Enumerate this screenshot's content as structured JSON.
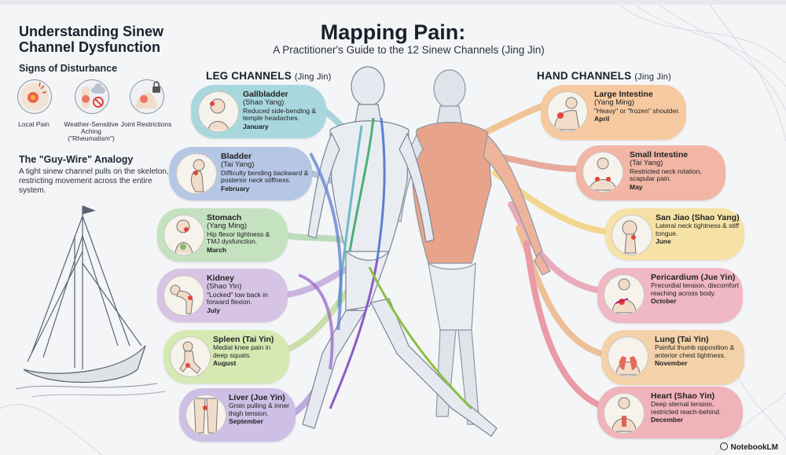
{
  "header": {
    "title": "Mapping Pain:",
    "subtitle": "A Practitioner's Guide to the 12 Sinew Channels (Jing Jin)"
  },
  "left_panel": {
    "title": "Understanding Sinew Channel Dysfunction",
    "signs_title": "Signs of Disturbance",
    "signs": [
      {
        "label": "Local Pain",
        "icon": "pain-spot-icon"
      },
      {
        "label": "Weather-Sensitive Aching (\"Rheumatism\")",
        "icon": "weather-knee-icon"
      },
      {
        "label": "Joint Restrictions",
        "icon": "locked-shoulder-icon"
      }
    ],
    "guy_wire_title": "The \"Guy-Wire\" Analogy",
    "guy_wire_text": "A tight sinew channel pulls on the skeleton, restricting movement across the entire system."
  },
  "leg_channels": {
    "heading": "LEG CHANNELS",
    "heading_sub": "(Jing Jin)",
    "items": [
      {
        "name": "Gallbladder",
        "sub": "(Shao Yang)",
        "desc": "Reduced side-bending & temple headaches.",
        "month": "January",
        "color": "#a9d7de"
      },
      {
        "name": "Bladder",
        "sub": "(Tai Yang)",
        "desc": "Difficulty bending backward & posterior neck stiffness.",
        "month": "February",
        "color": "#b6c7e6"
      },
      {
        "name": "Stomach",
        "sub": "(Yang Ming)",
        "desc": "Hip flexor tightness & TMJ dysfunction.",
        "month": "March",
        "color": "#c4e2c0"
      },
      {
        "name": "Kidney",
        "sub": "(Shao Yin)",
        "desc": "\"Locked\" low back in forward flexion.",
        "month": "July",
        "color": "#d7c3e3"
      },
      {
        "name": "Spleen (Tai Yin)",
        "sub": "",
        "desc": "Medial knee pain in deep squats.",
        "month": "August",
        "color": "#d6e9b3"
      },
      {
        "name": "Liver (Jue Yin)",
        "sub": "",
        "desc": "Groin pulling & inner thigh tension.",
        "month": "September",
        "color": "#cdbfe5"
      }
    ]
  },
  "hand_channels": {
    "heading": "HAND CHANNELS",
    "heading_sub": "(Jing Jin)",
    "items": [
      {
        "name": "Large Intestine",
        "sub": "(Yang Ming)",
        "desc": "\"Heavy\" or \"frozen\" shoulder.",
        "month": "April",
        "color": "#f6c9a0"
      },
      {
        "name": "Small Intestine",
        "sub": "(Tai Yang)",
        "desc": "Restricted neck rotation, scapular pain.",
        "month": "May",
        "color": "#f1b6a6"
      },
      {
        "name": "San Jiao (Shao Yang)",
        "sub": "",
        "desc": "Lateral neck tightness & stiff tongue.",
        "month": "June",
        "color": "#f6e2a6"
      },
      {
        "name": "Pericardium (Jue Yin)",
        "sub": "",
        "desc": "Precordial tension, discomfort reaching across body.",
        "month": "October",
        "color": "#efb8c4"
      },
      {
        "name": "Lung (Tai Yin)",
        "sub": "",
        "desc": "Painful thumb opposition & anterior chest tightness.",
        "month": "November",
        "color": "#f3d2a9"
      },
      {
        "name": "Heart (Shao Yin)",
        "sub": "",
        "desc": "Deep sternal tension, restricted reach-behind.",
        "month": "December",
        "color": "#f0b3ba"
      }
    ]
  },
  "footer": {
    "brand": "NotebookLM"
  }
}
